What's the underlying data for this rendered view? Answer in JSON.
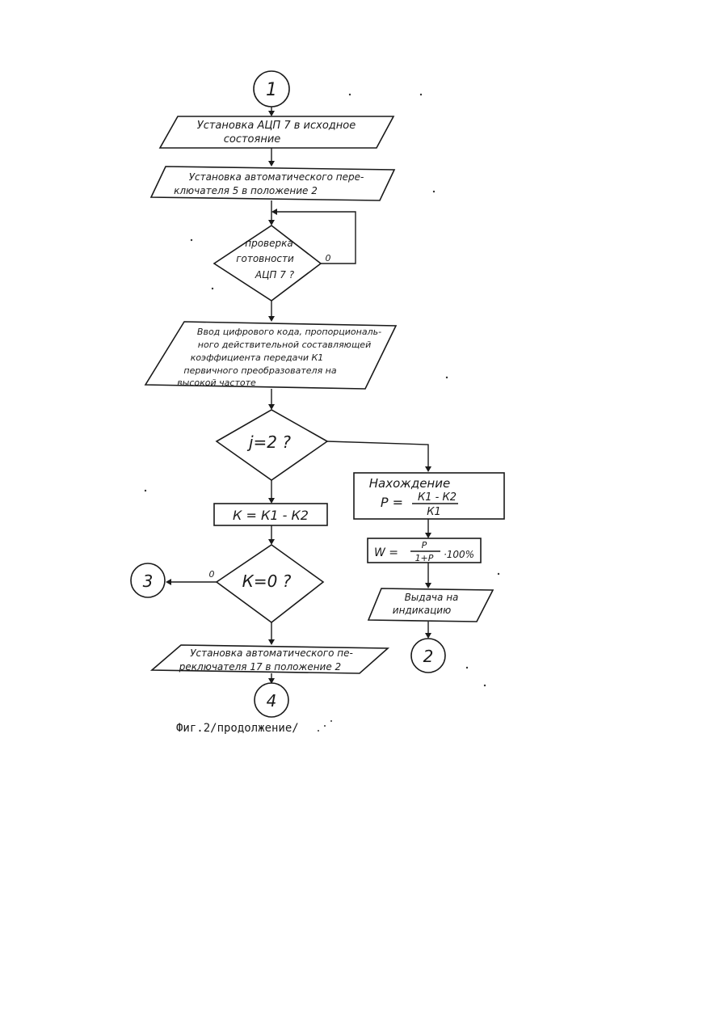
{
  "connectors": {
    "c1": "1",
    "c2": "2",
    "c3": "3",
    "c4": "4"
  },
  "blocks": {
    "b1": {
      "lines": [
        "Установка АЦП 7 в исходное",
        "состояние"
      ]
    },
    "b2": {
      "lines": [
        "Установка автоматического пере-",
        "ключателя 5 в положение 2"
      ]
    },
    "d1": {
      "lines": [
        "проверка",
        "готовности",
        "АЦП 7 ?"
      ],
      "no_label": "0"
    },
    "b3": {
      "lines": [
        "Ввод цифрового кода, пропорциональ-",
        "ного действительной составляющей",
        "коэффициента передачи К1",
        "первичного преобразователя на",
        "высокой частоте"
      ]
    },
    "d2": {
      "lines": [
        "j=2 ?"
      ]
    },
    "r1": {
      "lines": [
        "К = К1 - К2"
      ]
    },
    "d3": {
      "lines": [
        "К=0 ?"
      ],
      "zero_label": "0"
    },
    "b4": {
      "lines": [
        "Установка автоматического пе-",
        "реключателя 17 в положение 2"
      ]
    },
    "r2": {
      "title": "Нахождение",
      "lhs": "P =",
      "num": "К1 - К2",
      "den": "К1"
    },
    "r3": {
      "lhs": "W =",
      "num": "P",
      "den": "1+P",
      "tail": "·100%"
    },
    "b5": {
      "lines": [
        "Выдача на",
        "индикацию"
      ]
    }
  },
  "caption": "Фиг.2/продолжение/"
}
